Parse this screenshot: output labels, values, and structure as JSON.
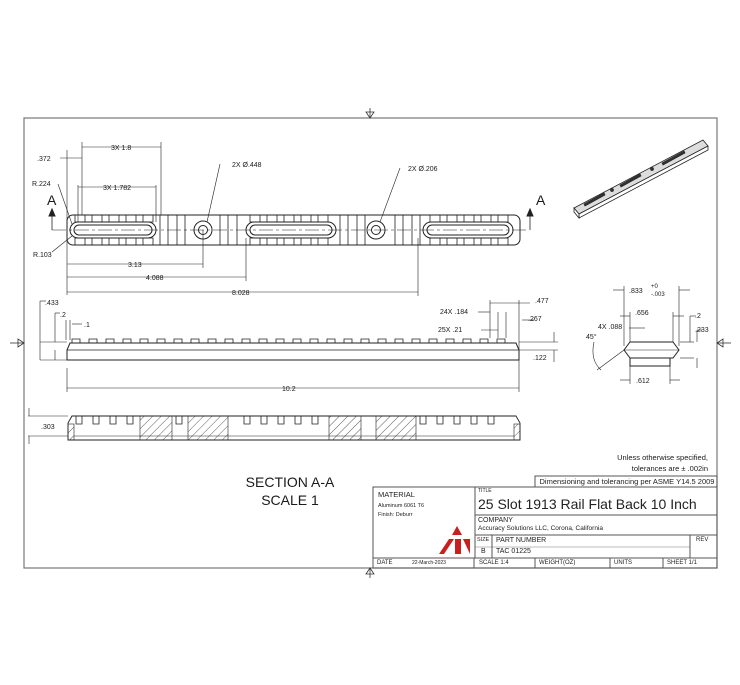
{
  "drawing": {
    "section_label": "SECTION A-A",
    "section_scale": "SCALE 1",
    "section_marker": "A",
    "notes": {
      "tolerance_line1": "Unless otherwise specified,",
      "tolerance_line2": "tolerances are ± .002in",
      "standard": "Dimensioning and tolerancing per ASME Y14.5 2009"
    },
    "top_view_dims": {
      "d_372": ".372",
      "r_224": "R.224",
      "r_103": "R.103",
      "slot_pitch": "3X 1.8",
      "slot_len": "3X 1.782",
      "big_hole": "2X Ø.448",
      "small_hole": "2X Ø.206",
      "d_313": "3.13",
      "d_4088": "4.088",
      "d_8028": "8.028"
    },
    "side_view_dims": {
      "d_433": ".433",
      "d_2": ".2",
      "d_1": ".1",
      "d_184": "24X .184",
      "d_21": "25X .21",
      "d_477": ".477",
      "d_267": ".267",
      "d_122": ".122",
      "d_102": "10.2"
    },
    "section_dims": {
      "d_303": ".303"
    },
    "profile_dims": {
      "d_833": ".833",
      "tol_plus": "+0",
      "tol_minus": "-.003",
      "d_656": ".656",
      "d_088": "4X .088",
      "angle": "45°",
      "d_2": ".2",
      "d_233": ".233",
      "d_612": ".612"
    }
  },
  "title_block": {
    "material_label": "MATERIAL",
    "material_value": "Aluminum 6061 T6",
    "finish": "Finish: Deburr",
    "title_label": "TITLE",
    "title": "25 Slot 1913 Rail Flat Back 10 Inch",
    "company_label": "COMPANY",
    "company": "Accuracy Solutions LLC, Corona, California",
    "size_label": "SIZE",
    "size": "B",
    "part_number_label": "PART NUMBER",
    "part_number": "TAC 01225",
    "rev_label": "REV",
    "date_label": "DATE",
    "date": "22-March-2023",
    "scale": "SCALE 1:4",
    "weight": "WEIGHT(OZ)",
    "units": "UNITS",
    "sheet": "SHEET 1/1",
    "logo_color": "#c8201e"
  }
}
